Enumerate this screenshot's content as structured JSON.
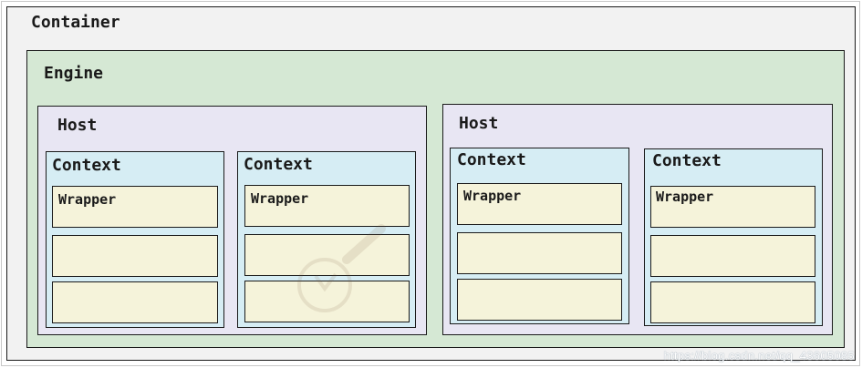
{
  "container": {
    "label": "Container"
  },
  "engine": {
    "label": "Engine"
  },
  "hosts": [
    {
      "label": "Host",
      "contexts": [
        {
          "label": "Context",
          "wrapper_label": "Wrapper"
        },
        {
          "label": "Context",
          "wrapper_label": "Wrapper"
        }
      ]
    },
    {
      "label": "Host",
      "contexts": [
        {
          "label": "Context",
          "wrapper_label": "Wrapper"
        },
        {
          "label": "Context",
          "wrapper_label": "Wrapper"
        }
      ]
    }
  ],
  "watermark": {
    "text": "https://blog.csdn.net/qq_43605085"
  },
  "colors": {
    "container": "#f2f2f2",
    "engine": "#d5e8d4",
    "host": "#e8e6f3",
    "context": "#d6edf4",
    "wrapper": "#f5f3da",
    "border": "#1a1a1a"
  }
}
